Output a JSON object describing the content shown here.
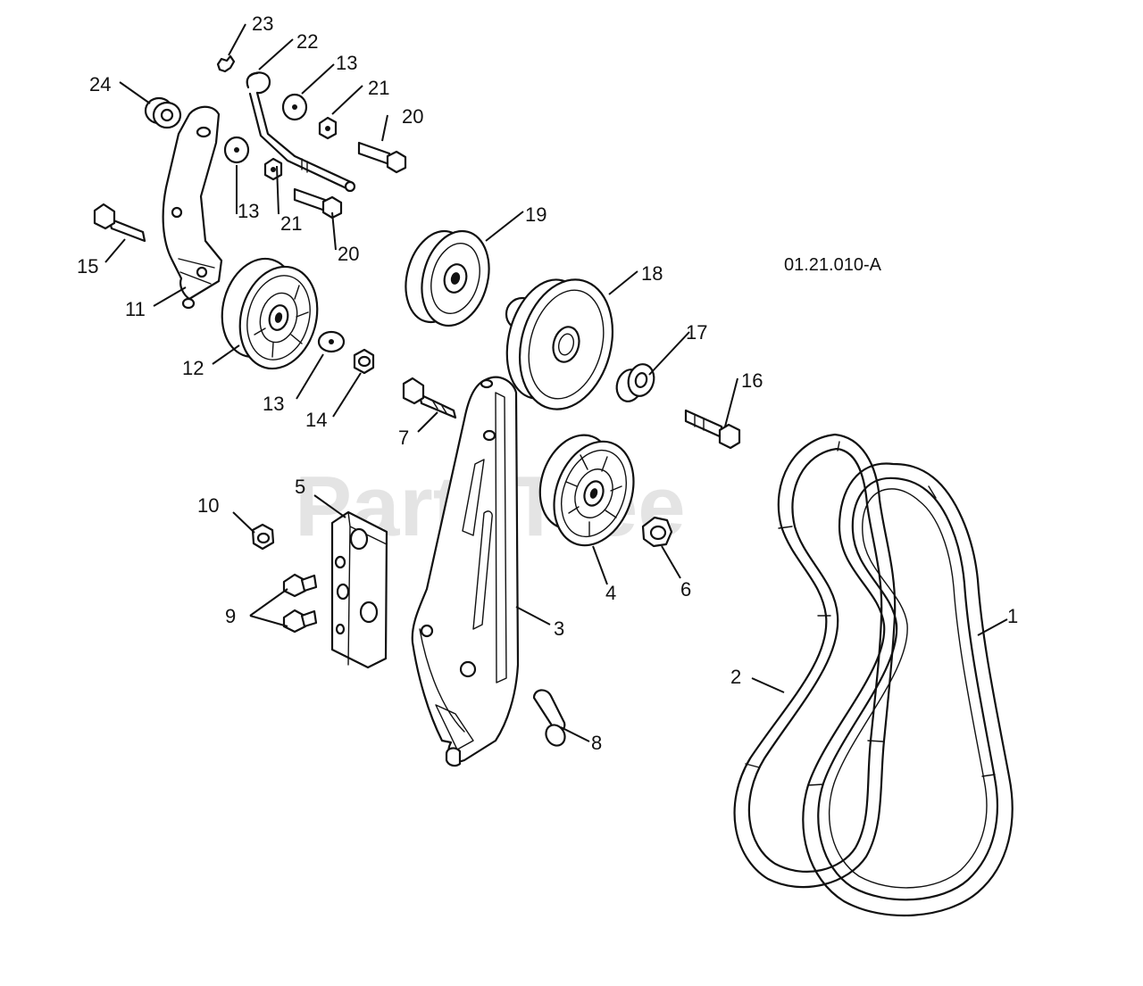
{
  "diagram": {
    "code": "01.21.010-A",
    "watermark": "PartsTree",
    "callouts": [
      {
        "id": "c1",
        "label": "1"
      },
      {
        "id": "c2",
        "label": "2"
      },
      {
        "id": "c3",
        "label": "3"
      },
      {
        "id": "c4",
        "label": "4"
      },
      {
        "id": "c5",
        "label": "5"
      },
      {
        "id": "c6",
        "label": "6"
      },
      {
        "id": "c7",
        "label": "7"
      },
      {
        "id": "c8",
        "label": "8"
      },
      {
        "id": "c9",
        "label": "9"
      },
      {
        "id": "c10",
        "label": "10"
      },
      {
        "id": "c11",
        "label": "11"
      },
      {
        "id": "c12",
        "label": "12"
      },
      {
        "id": "c13a",
        "label": "13"
      },
      {
        "id": "c13b",
        "label": "13"
      },
      {
        "id": "c13c",
        "label": "13"
      },
      {
        "id": "c14",
        "label": "14"
      },
      {
        "id": "c15",
        "label": "15"
      },
      {
        "id": "c16",
        "label": "16"
      },
      {
        "id": "c17",
        "label": "17"
      },
      {
        "id": "c18",
        "label": "18"
      },
      {
        "id": "c19",
        "label": "19"
      },
      {
        "id": "c20a",
        "label": "20"
      },
      {
        "id": "c20b",
        "label": "20"
      },
      {
        "id": "c21a",
        "label": "21"
      },
      {
        "id": "c21b",
        "label": "21"
      },
      {
        "id": "c22",
        "label": "22"
      },
      {
        "id": "c23",
        "label": "23"
      },
      {
        "id": "c24",
        "label": "24"
      }
    ]
  }
}
